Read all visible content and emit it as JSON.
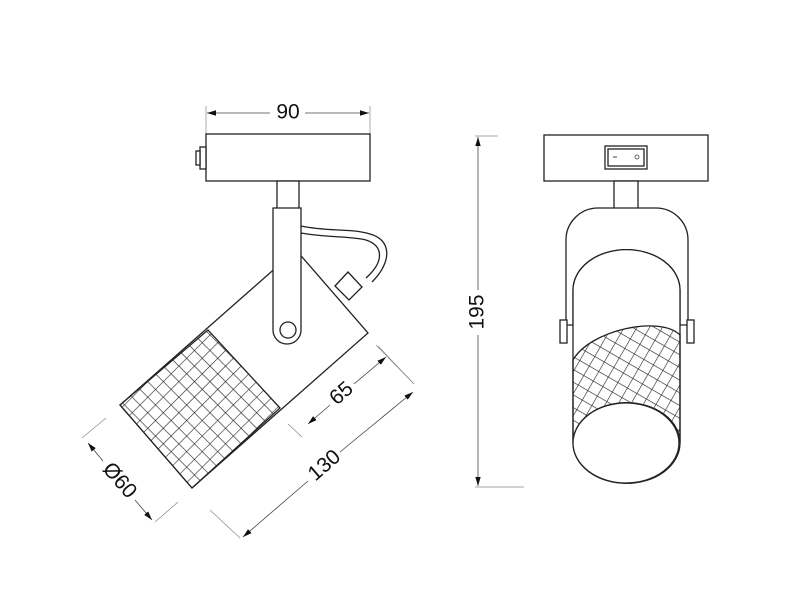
{
  "side_view": {
    "width_label": "90",
    "shade_length_label": "65",
    "body_length_label": "130",
    "diameter_label": "Ø60"
  },
  "front_view": {
    "height_label": "195"
  },
  "colors": {
    "line": "#222222",
    "dimension": "#444444",
    "background": "#ffffff"
  }
}
